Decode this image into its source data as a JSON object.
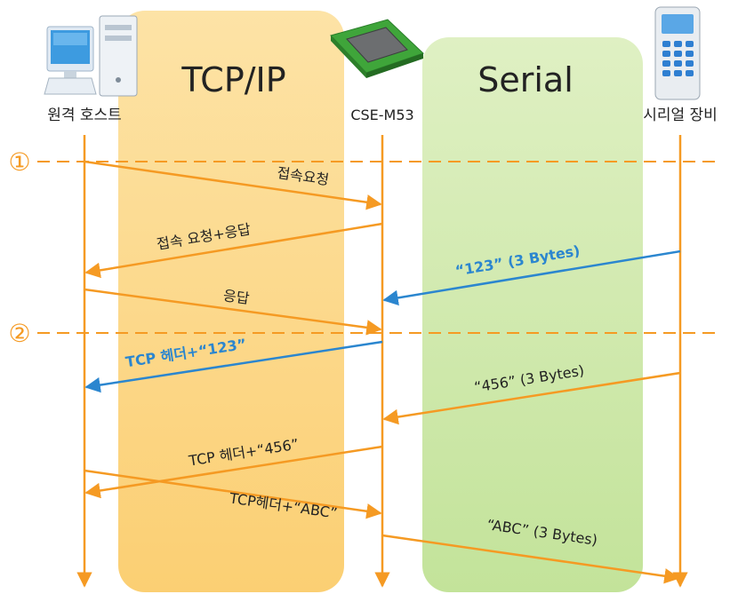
{
  "zones": {
    "tcpip": {
      "label": "TCP/IP",
      "color": "#fcd27a"
    },
    "serial": {
      "label": "Serial",
      "color": "#c8e6a0"
    }
  },
  "entities": {
    "host": {
      "label": "원격 호스트",
      "icon": "desktop-computer-icon"
    },
    "module": {
      "label": "CSE-M53",
      "icon": "circuit-board-chip-icon"
    },
    "device": {
      "label": "시리얼 장비",
      "icon": "keypad-terminal-icon"
    }
  },
  "steps": [
    {
      "marker": "①"
    },
    {
      "marker": "②"
    }
  ],
  "messages": [
    {
      "label": "접속요청",
      "from": "host",
      "to": "module",
      "color": "#f59a23"
    },
    {
      "label": "접속 요청+응답",
      "from": "module",
      "to": "host",
      "color": "#f59a23"
    },
    {
      "label": "“123” (3 Bytes)",
      "from": "device",
      "to": "module",
      "color": "#2b86cf"
    },
    {
      "label": "응답",
      "from": "host",
      "to": "module",
      "color": "#f59a23"
    },
    {
      "label": "TCP 헤더+“123”",
      "from": "module",
      "to": "host",
      "color": "#2b86cf"
    },
    {
      "label": "“456” (3 Bytes)",
      "from": "device",
      "to": "module",
      "color": "#f59a23"
    },
    {
      "label": "TCP 헤더+“456”",
      "from": "module",
      "to": "host",
      "color": "#f59a23"
    },
    {
      "label": "TCP헤더+“ABC”",
      "from": "host",
      "to": "module",
      "color": "#f59a23"
    },
    {
      "label": "“ABC” (3 Bytes)",
      "from": "module",
      "to": "device",
      "color": "#f59a23"
    }
  ],
  "colors": {
    "lifeline": "#f59a23",
    "divider": "#f59a23",
    "marker": "#f59a23",
    "emphasis": "#2b86cf"
  }
}
